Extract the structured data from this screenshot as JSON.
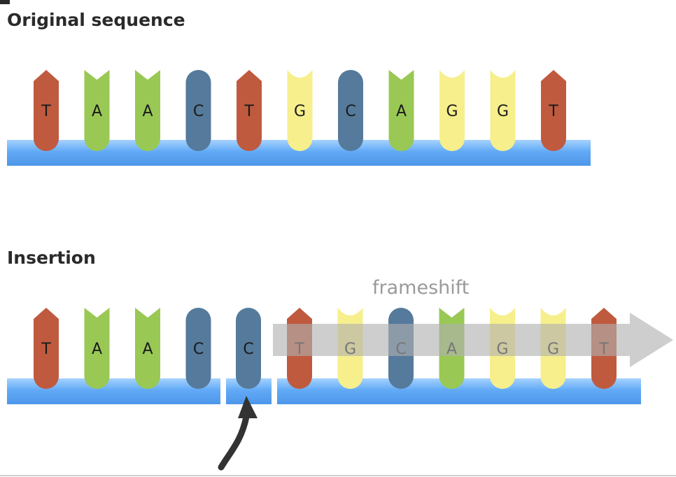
{
  "colors": {
    "T": "#bf5a3f",
    "A": "#99c854",
    "C": "#557a9b",
    "G": "#f6ef8c",
    "backbone": "#62aaf6",
    "backbone_light": "#9cccff",
    "arrow_gray": "#b4b4b4",
    "curved_arrow": "#333333",
    "text_dark": "#2a2a2a"
  },
  "original": {
    "title": "Original sequence",
    "bases": [
      "T",
      "A",
      "A",
      "C",
      "T",
      "G",
      "C",
      "A",
      "G",
      "G",
      "T"
    ]
  },
  "insertion": {
    "title": "Insertion",
    "bases": [
      "T",
      "A",
      "A",
      "C"
    ],
    "inserted_base": "C",
    "shifted_bases": [
      "T",
      "G",
      "C",
      "A",
      "G",
      "G",
      "T"
    ],
    "frameshift_label": "frameshift"
  },
  "icons": {
    "insertion_pointer": "curved-arrow-icon",
    "frameshift_arrow": "right-arrow-icon"
  }
}
